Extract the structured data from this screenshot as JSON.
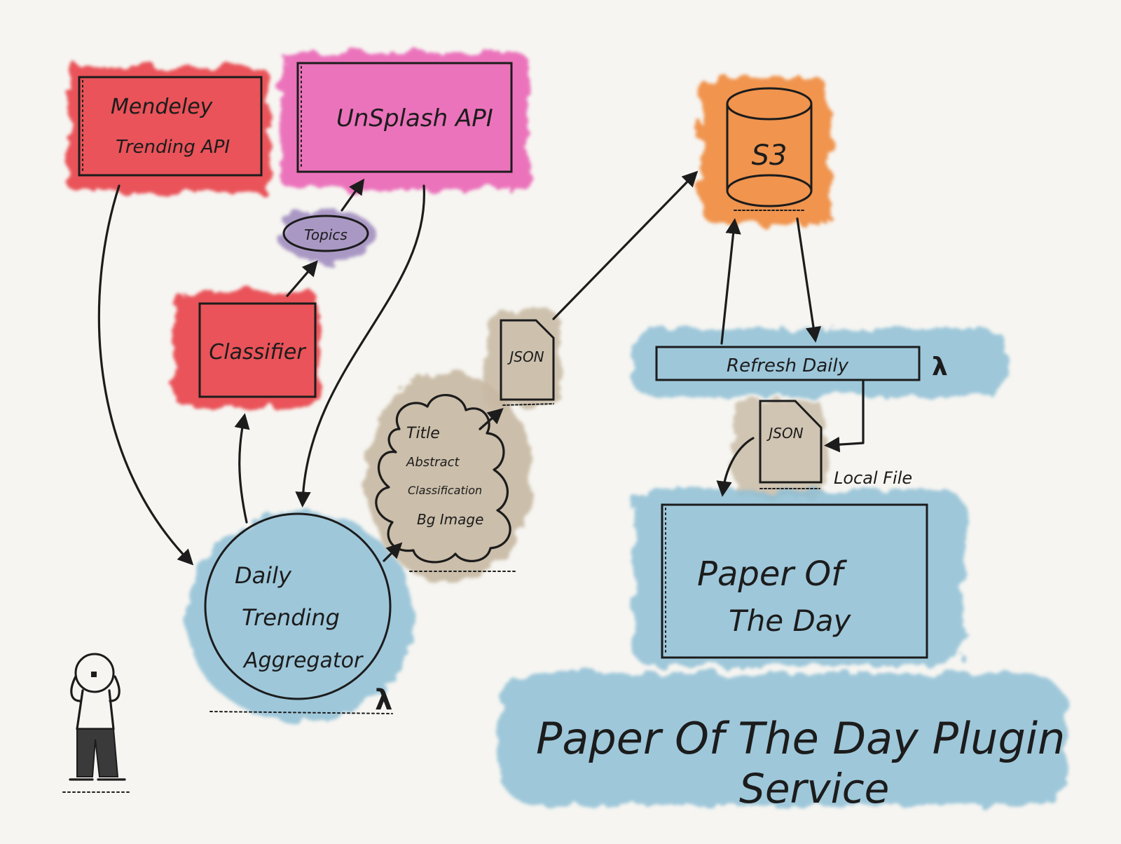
{
  "title": {
    "line1": "Paper Of The Day Plugin",
    "line2": "Service"
  },
  "nodes": {
    "mendeley": {
      "line1": "Mendeley",
      "line2": "Trending API"
    },
    "unsplash": {
      "label": "UnSplash API"
    },
    "topics": {
      "label": "Topics"
    },
    "classifier": {
      "label": "Classifier"
    },
    "aggregator": {
      "line1": "Daily",
      "line2": "Trending",
      "line3": "Aggregator"
    },
    "cloud": {
      "line1": "Title",
      "line2": "Abstract",
      "line3": "Classification",
      "line4": "Bg Image"
    },
    "json_upload": {
      "label": "JSON"
    },
    "s3": {
      "label": "S3"
    },
    "refresh": {
      "label": "Refresh Daily"
    },
    "json_local": {
      "label": "JSON"
    },
    "local_file": {
      "label": "Local File"
    },
    "paper": {
      "line1": "Paper Of",
      "line2": "The Day"
    }
  },
  "lambda_symbols": {
    "refresh": "λ",
    "aggregator": "λ"
  },
  "colors": {
    "red": "#e8434a",
    "pink": "#ea66b6",
    "purple": "#9d88bd",
    "blue": "#8fc0d6",
    "orange": "#f08a3e",
    "tan": "#c7b9a3",
    "ink": "#1c1c1c",
    "paper": "#f6f5f1"
  }
}
